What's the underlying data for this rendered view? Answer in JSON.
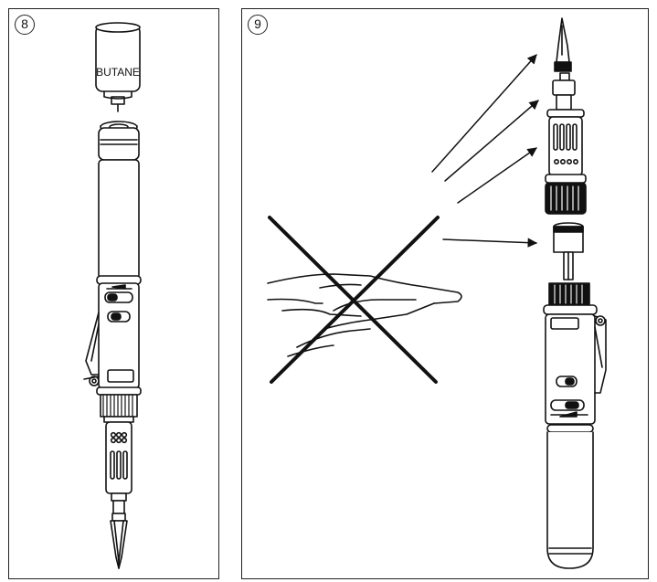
{
  "figures": [
    {
      "step": "8",
      "canister_label": "BUTANE"
    },
    {
      "step": "9"
    }
  ]
}
